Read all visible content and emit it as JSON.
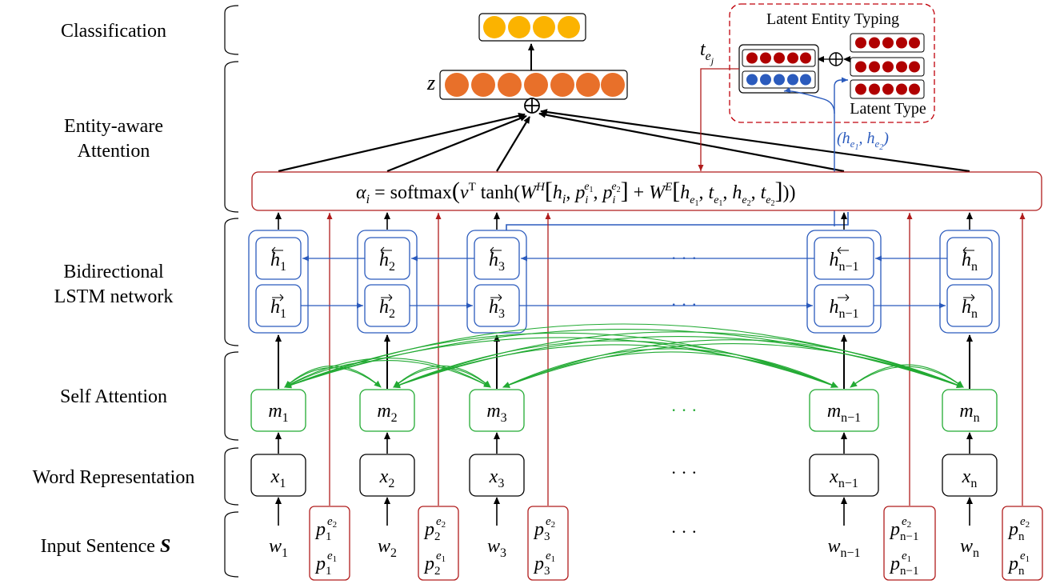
{
  "layers": [
    {
      "id": "classification",
      "label": "Classification",
      "lines": [
        "Classification"
      ]
    },
    {
      "id": "attention",
      "label": "Entity-aware Attention",
      "lines": [
        "Entity-aware",
        "Attention"
      ]
    },
    {
      "id": "bilstm",
      "label": "Bidirectional LSTM network",
      "lines": [
        "Bidirectional",
        "LSTM network"
      ]
    },
    {
      "id": "selfatt",
      "label": "Self Attention",
      "lines": [
        "Self Attention"
      ]
    },
    {
      "id": "wordrep",
      "label": "Word Representation",
      "lines": [
        "Word Representation"
      ]
    },
    {
      "id": "input",
      "label": "Input Sentence S",
      "lines": [
        "Input Sentence"
      ],
      "bold_symbol": "S"
    }
  ],
  "latent": {
    "title": "Latent Entity Typing",
    "type_label": "Latent Type",
    "t_label": "t",
    "t_sub": "e",
    "t_subsub": "j",
    "h_pair": "(h",
    "h_pair_sub1": "e",
    "h_pair_sub1b": "1",
    "h_pair_sub2": "e",
    "h_pair_sub2b": "2"
  },
  "z_label": "z",
  "equation": {
    "alpha": "α",
    "alpha_sub": "i",
    "softmax": "softmax",
    "v": "v",
    "vT": "T",
    "tanh": "tanh",
    "WH": "W",
    "WH_sup": "H",
    "WE": "W",
    "WE_sup": "E"
  },
  "columns": [
    {
      "sub": "1",
      "hb": "h",
      "hf": "h",
      "m": "m",
      "x": "x",
      "w": "w"
    },
    {
      "sub": "2",
      "hb": "h",
      "hf": "h",
      "m": "m",
      "x": "x",
      "w": "w"
    },
    {
      "sub": "3",
      "hb": "h",
      "hf": "h",
      "m": "m",
      "x": "x",
      "w": "w"
    },
    {
      "sub": "n−1",
      "hb": "h",
      "hf": "h",
      "m": "m",
      "x": "x",
      "w": "w"
    },
    {
      "sub": "n",
      "hb": "h",
      "hf": "h",
      "m": "m",
      "x": "x",
      "w": "w"
    }
  ],
  "positions_boxes": [
    {
      "sub": "1",
      "p": "p"
    },
    {
      "sub": "2",
      "p": "p"
    },
    {
      "sub": "3",
      "p": "p"
    },
    {
      "sub": "n−1",
      "p": "p"
    },
    {
      "sub": "n",
      "p": "p"
    }
  ],
  "ellipsis": "· · ·",
  "colors": {
    "orange": "#e8702a",
    "yellow": "#fbb300",
    "red": "#b00000",
    "blue": "#2b5bbd",
    "green": "#22aa33",
    "darkred": "#c0000a",
    "lineRed": "#b01c1c",
    "boxBlue": "#3a62c9"
  }
}
